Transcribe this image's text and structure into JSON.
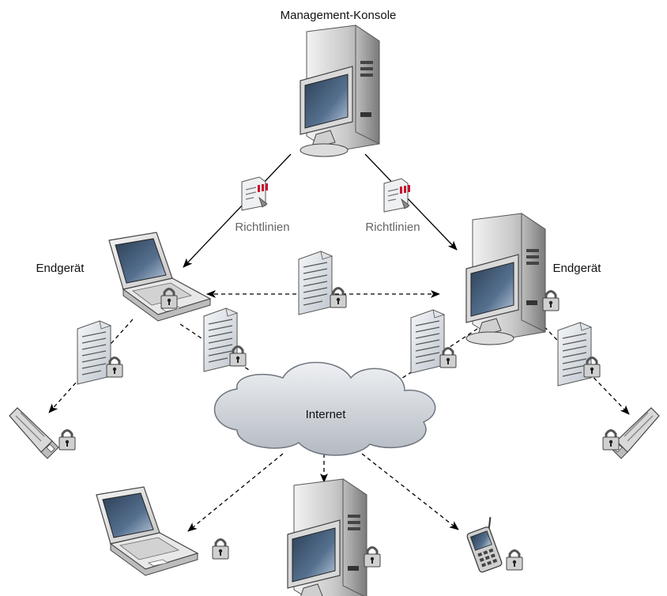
{
  "labels": {
    "management_console": "Management-Konsole",
    "policy_left": "Richtlinien",
    "policy_right": "Richtlinien",
    "endpoint_left": "Endgerät",
    "endpoint_right": "Endgerät",
    "internet": "Internet"
  },
  "icons": [
    "server-icon",
    "laptop-icon",
    "document-icon",
    "lock-icon",
    "usb-stick-icon",
    "cloud-icon",
    "policy-document-icon",
    "pda-icon"
  ],
  "colors": {
    "policy_bars": "#c8102e",
    "line": "#000000",
    "label_grey": "#666666"
  }
}
